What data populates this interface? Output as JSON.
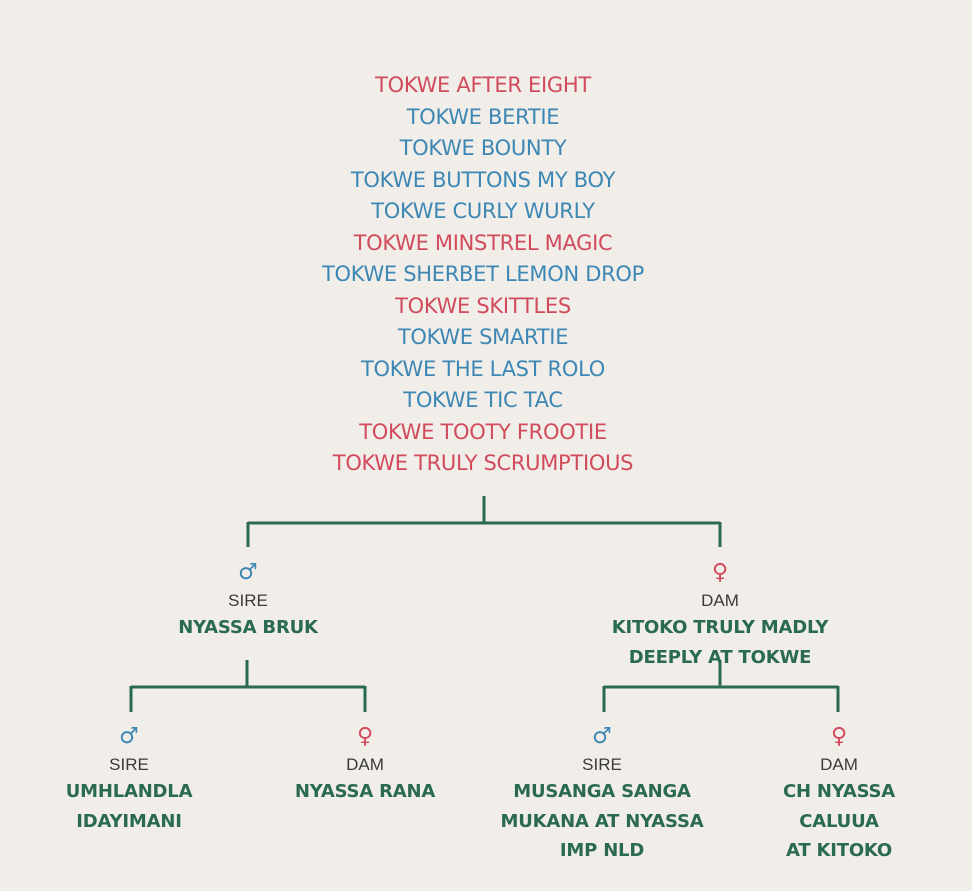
{
  "litter": [
    {
      "name": "TOKWE AFTER EIGHT",
      "sex": "female"
    },
    {
      "name": "TOKWE BERTIE",
      "sex": "male"
    },
    {
      "name": "TOKWE BOUNTY",
      "sex": "male"
    },
    {
      "name": "TOKWE BUTTONS MY BOY",
      "sex": "male"
    },
    {
      "name": "TOKWE CURLY WURLY",
      "sex": "male"
    },
    {
      "name": "TOKWE MINSTREL MAGIC",
      "sex": "female"
    },
    {
      "name": "TOKWE SHERBET LEMON DROP",
      "sex": "male"
    },
    {
      "name": "TOKWE SKITTLES",
      "sex": "female"
    },
    {
      "name": "TOKWE SMARTIE",
      "sex": "male"
    },
    {
      "name": "TOKWE THE LAST ROLO",
      "sex": "male"
    },
    {
      "name": "TOKWE TIC TAC",
      "sex": "male"
    },
    {
      "name": "TOKWE TOOTY FROOTIE",
      "sex": "female"
    },
    {
      "name": "TOKWE TRULY SCRUMPTIOUS",
      "sex": "female"
    }
  ],
  "colors": {
    "male": "#3d87b5",
    "female": "#d14b5c",
    "name": "#2a6b4f",
    "connector": "#2a6b4f",
    "background": "#f1ede8"
  },
  "symbols": {
    "male": "♂",
    "female": "♀"
  },
  "pedigree": {
    "sire": {
      "role": "SIRE",
      "name": "NYASSA BRUK",
      "sire": {
        "role": "SIRE",
        "name_lines": [
          "UMHLANDLA",
          "IDAYIMANI"
        ]
      },
      "dam": {
        "role": "DAM",
        "name_lines": [
          "NYASSA RANA"
        ]
      }
    },
    "dam": {
      "role": "DAM",
      "name": "KITOKO TRULY MADLY DEEPLY AT TOKWE",
      "sire": {
        "role": "SIRE",
        "name_lines": [
          "MUSANGA SANGA",
          "MUKANA AT NYASSA",
          "IMP NLD"
        ]
      },
      "dam": {
        "role": "DAM",
        "name_lines": [
          "CH NYASSA CALUUA",
          "AT KITOKO"
        ]
      }
    }
  }
}
